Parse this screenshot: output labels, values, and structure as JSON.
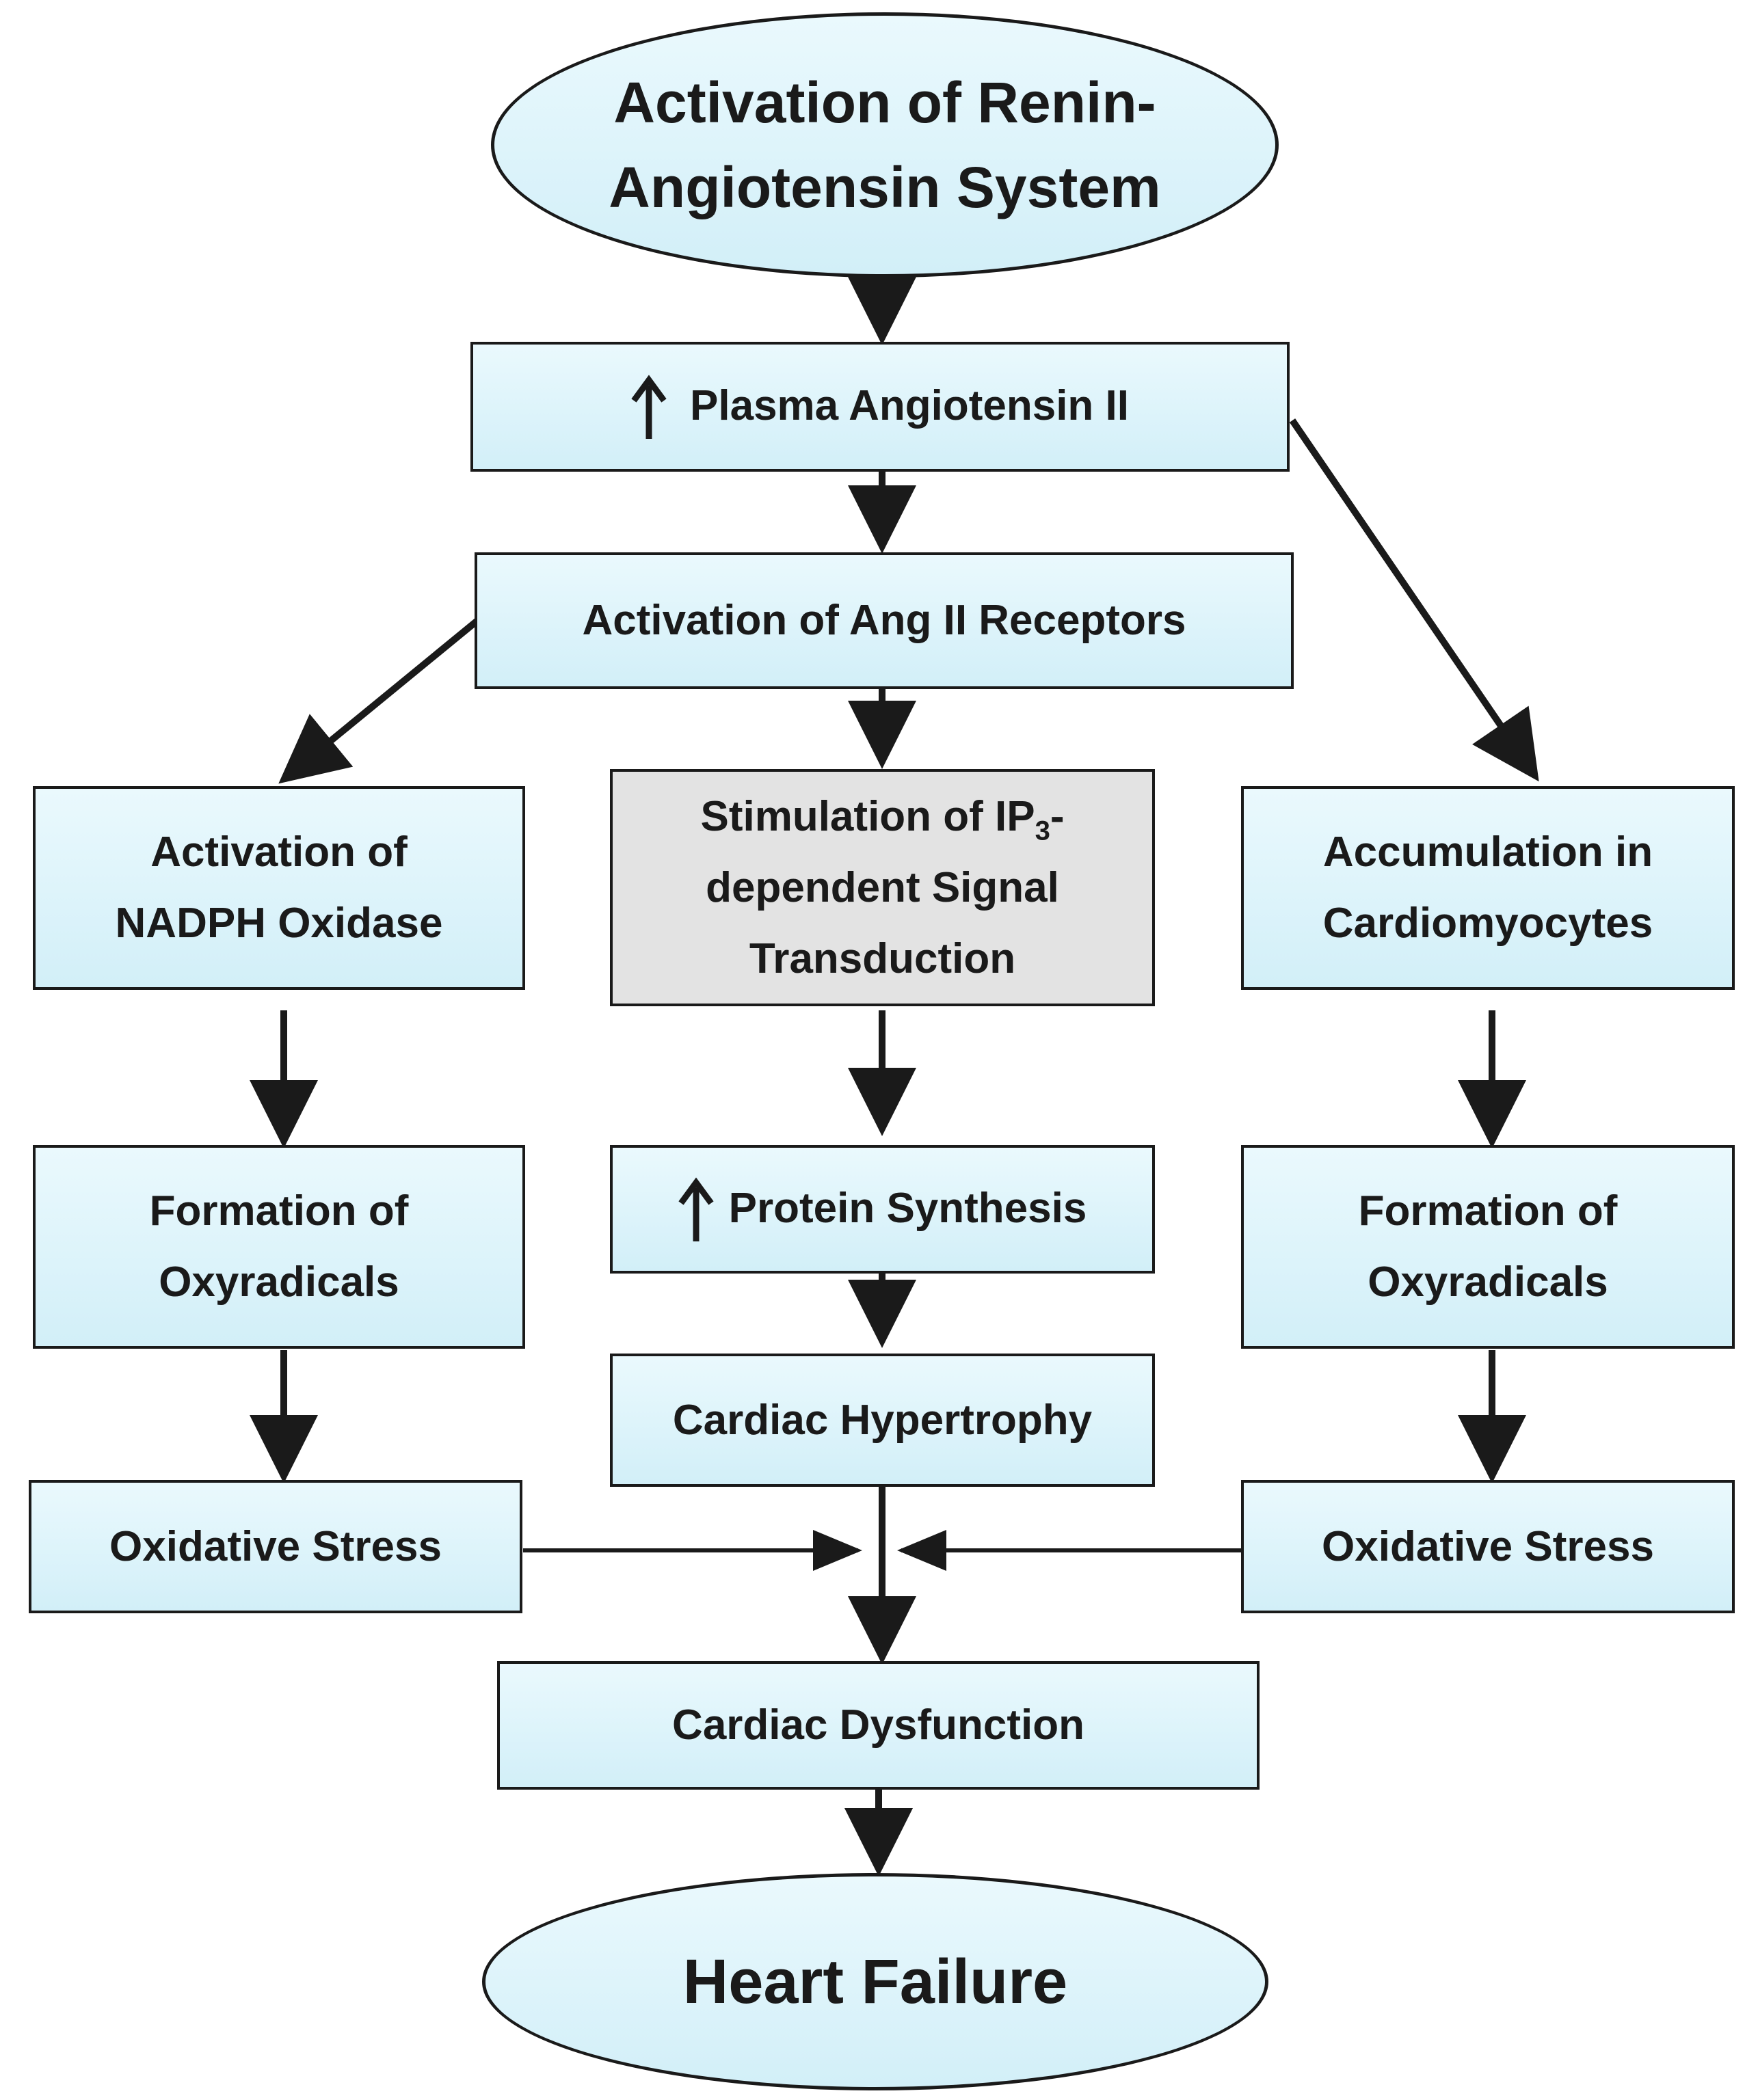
{
  "diagram": {
    "nodes": {
      "ras": {
        "lines": [
          "Activation of Renin-",
          "Angiotensin System"
        ],
        "shape": "ellipse"
      },
      "plasma_ang": {
        "text": "Plasma Angiotensin II",
        "marker": "up-arrow"
      },
      "receptors": {
        "text": "Activation of Ang II Receptors"
      },
      "nadph": {
        "lines": [
          "Activation of",
          "NADPH Oxidase"
        ]
      },
      "ip3": {
        "line1_prefix": "Stimulation of IP",
        "line1_sub": "3",
        "line1_suffix": "-",
        "line2": "dependent Signal",
        "line3": "Transduction",
        "fill": "#e3e3e3"
      },
      "accumulation": {
        "lines": [
          "Accumulation in",
          "Cardiomyocytes"
        ]
      },
      "oxy_left": {
        "lines": [
          "Formation of",
          "Oxyradicals"
        ]
      },
      "protein": {
        "text": "Protein Synthesis",
        "marker": "up-arrow"
      },
      "oxy_right": {
        "lines": [
          "Formation of",
          "Oxyradicals"
        ]
      },
      "hypertrophy": {
        "text": "Cardiac Hypertrophy"
      },
      "stress_left": {
        "text": "Oxidative Stress"
      },
      "stress_right": {
        "text": "Oxidative Stress"
      },
      "dysfunction": {
        "text": "Cardiac Dysfunction"
      },
      "heart_failure": {
        "text": "Heart Failure",
        "shape": "ellipse"
      }
    },
    "edges": [
      [
        "ras",
        "plasma_ang"
      ],
      [
        "plasma_ang",
        "receptors"
      ],
      [
        "plasma_ang",
        "accumulation"
      ],
      [
        "receptors",
        "nadph"
      ],
      [
        "receptors",
        "ip3"
      ],
      [
        "nadph",
        "oxy_left"
      ],
      [
        "ip3",
        "protein"
      ],
      [
        "accumulation",
        "oxy_right"
      ],
      [
        "protein",
        "hypertrophy"
      ],
      [
        "oxy_left",
        "stress_left"
      ],
      [
        "oxy_right",
        "stress_right"
      ],
      [
        "hypertrophy",
        "dysfunction"
      ],
      [
        "stress_left",
        "dysfunction"
      ],
      [
        "stress_right",
        "dysfunction"
      ],
      [
        "dysfunction",
        "heart_failure"
      ]
    ],
    "colors": {
      "box_fill_top": "#eaf9fd",
      "box_fill_bottom": "#d2eff8",
      "gray_fill": "#e3e3e3",
      "stroke": "#1a1a1a"
    }
  }
}
